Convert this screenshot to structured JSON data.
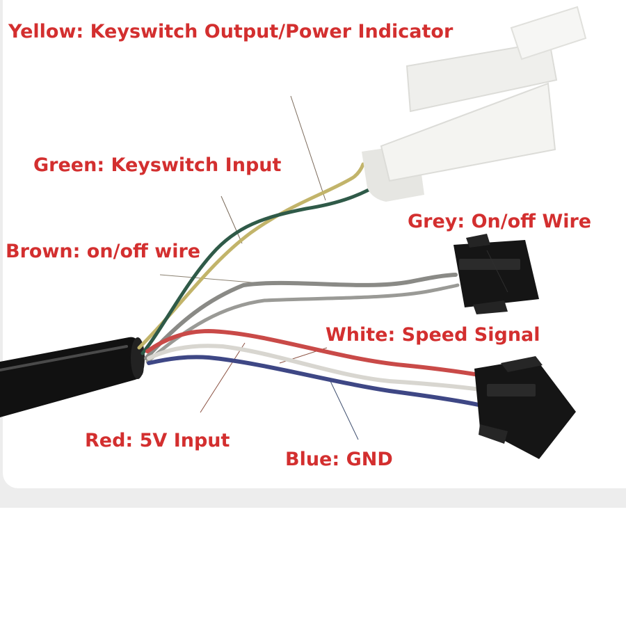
{
  "labels": {
    "yellow": "Yellow: Keyswitch Output/Power Indicator",
    "green": "Green: Keyswitch Input",
    "grey": "Grey: On/off Wire",
    "brown": "Brown: on/off wire",
    "white": "White: Speed Signal",
    "red": "Red: 5V Input",
    "blue": "Blue: GND"
  },
  "colors": {
    "label_text": "#d32f2f",
    "wire_yellow": "#c2b46a",
    "wire_green": "#2f5a48",
    "wire_grey": "#8a8a86",
    "wire_red": "#c94a48",
    "wire_white": "#d8d6d0",
    "wire_blue": "#3e4785",
    "cable_jacket": "#111111",
    "connector_white": "#f4f4f1",
    "connector_black": "#151515"
  }
}
